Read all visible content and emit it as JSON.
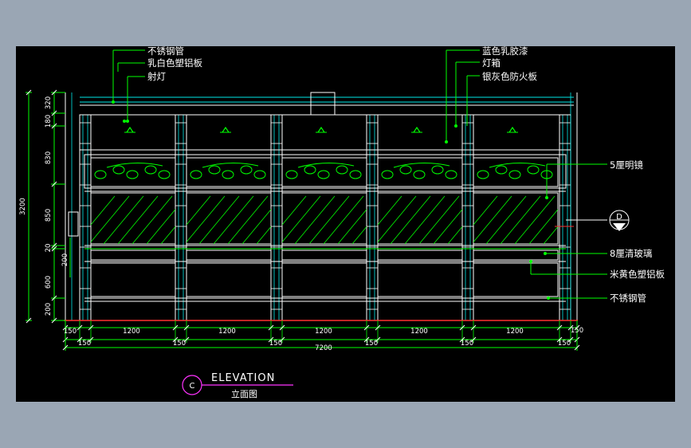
{
  "callouts_top_left": [
    "不锈钢管",
    "乳白色塑铝板",
    "射灯"
  ],
  "callouts_top_right": [
    "蓝色乳胶漆",
    "灯箱",
    "银灰色防火板"
  ],
  "callouts_right": [
    "5厘明镜",
    "8厘清玻璃",
    "米黄色塑铝板",
    "不锈钢管"
  ],
  "section_marker": {
    "letter": "D",
    "dash": "—"
  },
  "dims_left_segments": [
    "320",
    "180",
    "830",
    "850",
    "20",
    "600",
    "200"
  ],
  "dims_left_total": "3200",
  "dim_left_inner": "200",
  "dims_bottom_posts": [
    "150",
    "150",
    "150",
    "150",
    "150",
    "150"
  ],
  "dims_bottom_bays": [
    "1200",
    "1200",
    "1200",
    "1200",
    "1200"
  ],
  "dim_bottom_left_end": "150",
  "dim_bottom_right_end": "150",
  "dim_bottom_total": "7200",
  "title": {
    "marker": "C",
    "main": "ELEVATION",
    "sub": "立面图"
  },
  "colors": {
    "background": "#000000",
    "frame": "#ffffff",
    "line_green": "#00ff00",
    "line_cyan": "#00e8e8",
    "line_red": "#ff3030",
    "title_magenta": "#ff33ff",
    "page": "#9aa6b4"
  }
}
